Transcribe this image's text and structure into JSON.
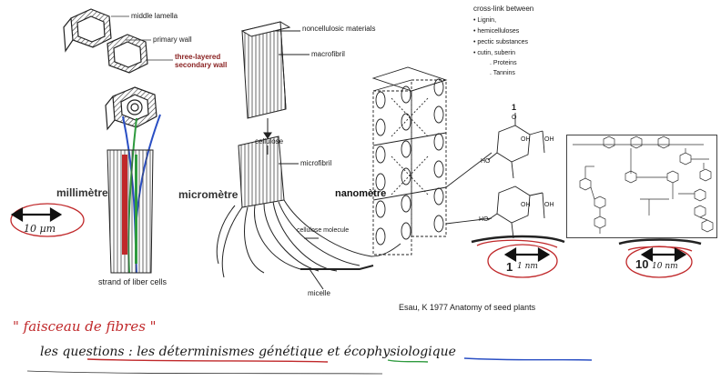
{
  "labels": {
    "middle_lamella": "middle lamella",
    "primary_wall": "primary wall",
    "secondary_wall_1": "three-layered",
    "secondary_wall_2": "secondary wall",
    "noncellulosic": "noncellulosic  materials",
    "macrofibril": "macrofibril",
    "cellulose": "cellulose",
    "microfibril": "microfibril",
    "cellulose_molecule": "cellulose molecule",
    "micelle": "micelle",
    "strand": "strand of liber cells",
    "oh": "OH",
    "ho": "HO",
    "o": "O"
  },
  "crosslink": {
    "title": "cross-link between",
    "items": [
      "• Lignin,",
      "• hemicelluloses",
      "• pectic substances",
      "• cutin, suberin"
    ],
    "subitems": [
      ". Proteins",
      ". Tannins"
    ]
  },
  "scale_labels": {
    "millimetre": "millimètre",
    "micrometre": "micromètre",
    "nanometre": "nanomètre",
    "scale_10um": "10 µm",
    "scale_1nm": "1 nm",
    "scale_10nm": "10 nm",
    "num_1": "1",
    "num_10": "10"
  },
  "citation": "Esau, K 1977  Anatomy of seed plants",
  "handwritten": {
    "faisceau": "\" faisceau de fibres \"",
    "questions": "les questions : les déterminismes  génétique  et  écophysiologique"
  },
  "colors": {
    "red": "#c0282a",
    "green": "#2e9a3e",
    "blue": "#2a4fc4",
    "ink": "#1a1a1a"
  }
}
